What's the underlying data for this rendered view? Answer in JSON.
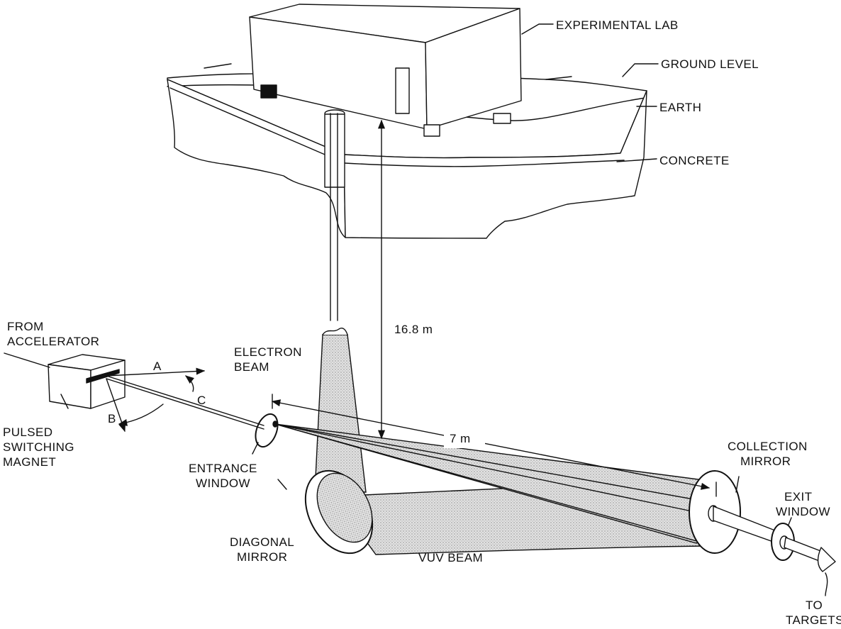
{
  "labels": {
    "experimental_lab": "EXPERIMENTAL LAB",
    "ground_level": "GROUND LEVEL",
    "earth": "EARTH",
    "concrete": "CONCRETE",
    "from_accelerator_1": "FROM",
    "from_accelerator_2": "ACCELERATOR",
    "electron_beam_1": "ELECTRON",
    "electron_beam_2": "BEAM",
    "beam_a": "A",
    "beam_b": "B",
    "beam_c": "C",
    "pulsed_magnet_1": "PULSED",
    "pulsed_magnet_2": "SWITCHING",
    "pulsed_magnet_3": "MAGNET",
    "entrance_window_1": "ENTRANCE",
    "entrance_window_2": "WINDOW",
    "height_dimension": "16.8 m",
    "length_dimension": "7 m",
    "collection_mirror_1": "COLLECTION",
    "collection_mirror_2": "MIRROR",
    "exit_window_1": "EXIT",
    "exit_window_2": "WINDOW",
    "diagonal_mirror_1": "DIAGONAL",
    "diagonal_mirror_2": "MIRROR",
    "vuv_beam": "VUV BEAM",
    "to_targets_1": "TO",
    "to_targets_2": "TARGETS"
  },
  "colors": {
    "ink": "#111111",
    "shade": "#d6d6d6",
    "paper": "#ffffff"
  }
}
